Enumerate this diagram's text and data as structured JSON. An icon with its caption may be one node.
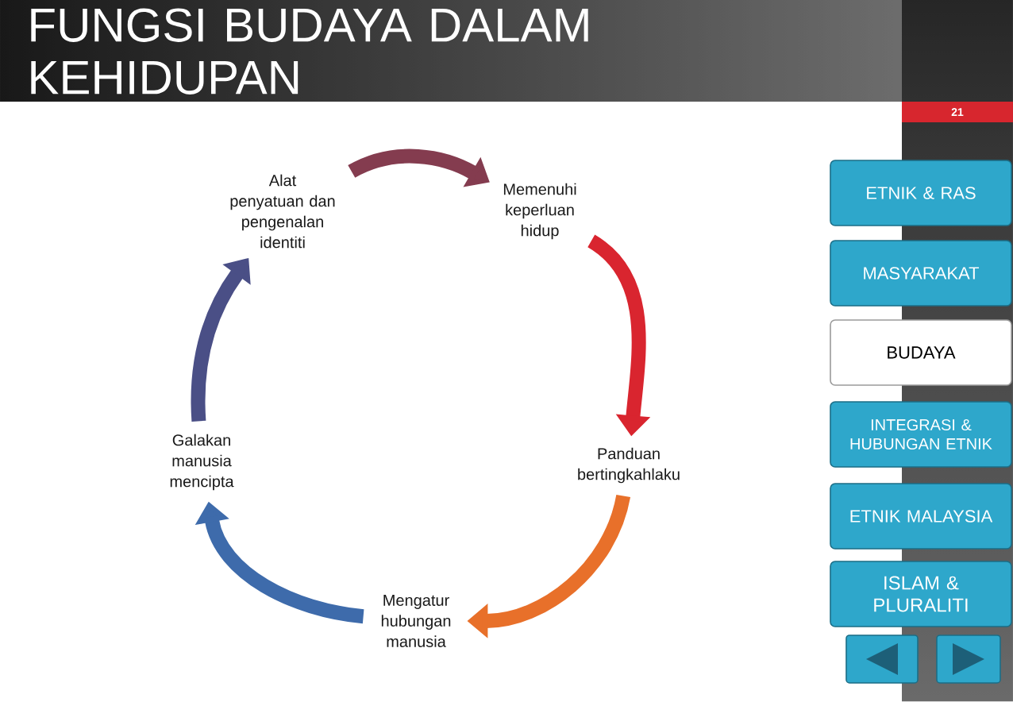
{
  "diagram": {
    "title": "FUNGSI BUDAYA DALAM KEHIDUPAN",
    "nodes": [
      {
        "text": [
          "Alat penyatuan dan pengenalan identiti"
        ]
      },
      {
        "text": [
          "Memenuhi keperluan hidup"
        ]
      },
      {
        "text": [
          "Galakan manusia mencipta"
        ]
      },
      {
        "text": [
          "Panduan bertingkahlaku"
        ]
      },
      {
        "text": [
          "Mengatur hubungan manusia"
        ]
      },
      {
        "text": [
          "21"
        ]
      },
      {
        "text": [
          "ETNIK & RAS"
        ]
      },
      {
        "text": [
          "MASYARAKAT"
        ]
      },
      {
        "text": [
          "BUDAYA"
        ]
      },
      {
        "text": [
          "INTEGRASI & HUBUNGAN ETNIK"
        ]
      },
      {
        "text": [
          "ETNIK MALAYSIA"
        ]
      },
      {
        "text": [
          "ISLAM & PLURALITI"
        ]
      },
      {
        "text": [],
        "shape": "box"
      },
      {
        "text": [],
        "shape": "box"
      }
    ],
    "edges": [
      {
        "from": 0,
        "to": 1,
        "arrow": "to",
        "color": "#843c4f"
      },
      {
        "from": 1,
        "to": 3,
        "arrow": "to",
        "color": "#d9252f"
      },
      {
        "from": 3,
        "to": 4,
        "arrow": "to",
        "color": "#e8702a"
      },
      {
        "from": 4,
        "to": 2,
        "arrow": "to",
        "color": "#3e6bab"
      },
      {
        "from": 2,
        "to": 0,
        "arrow": "to",
        "color": "#4a4f86"
      }
    ]
  }
}
